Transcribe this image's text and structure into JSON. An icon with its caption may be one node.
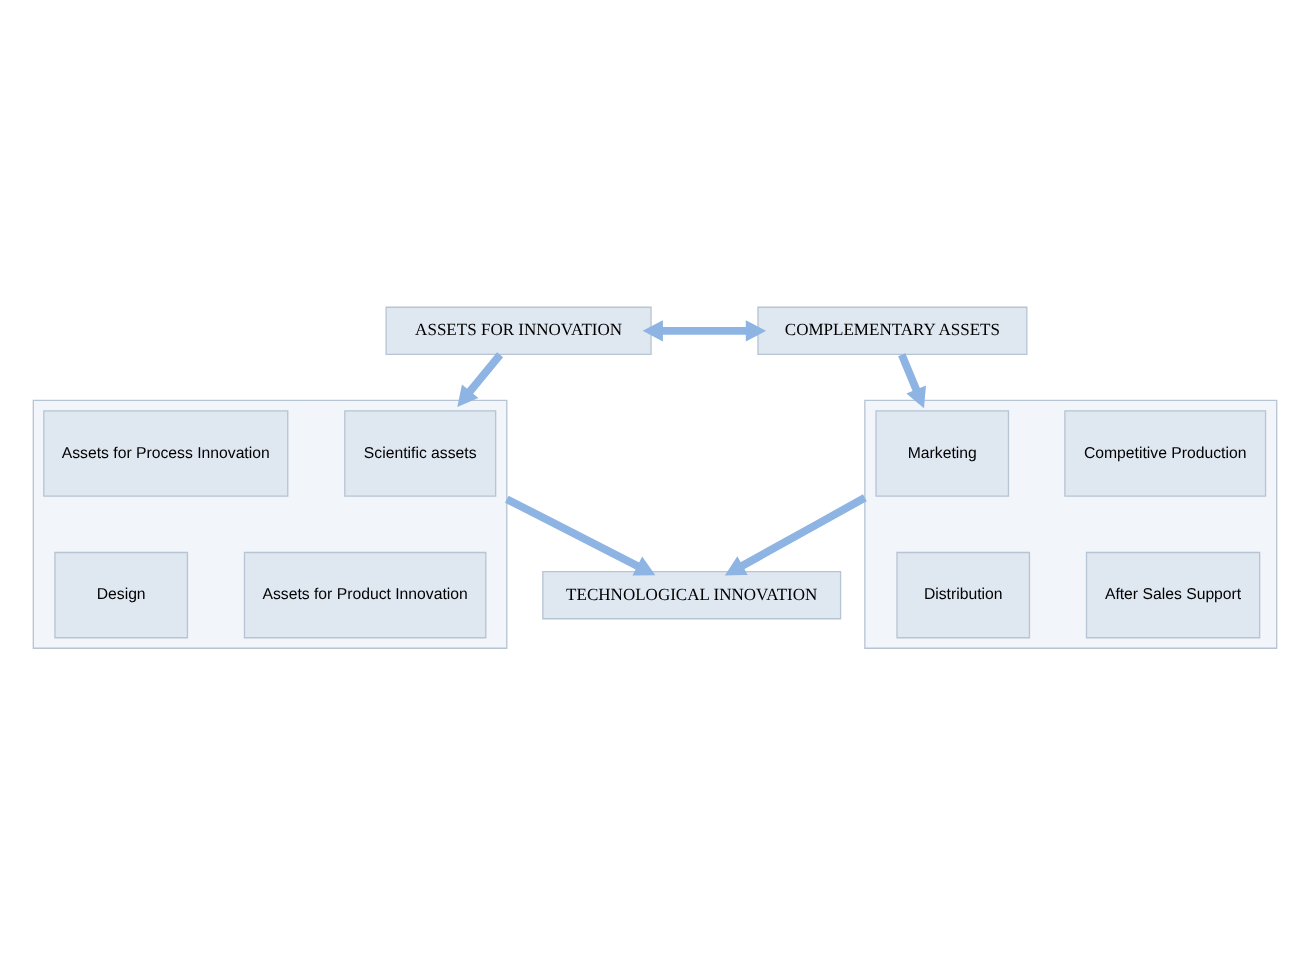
{
  "diagram": {
    "nodes": [
      {
        "text": [
          "ASSETS FOR INNOVATION"
        ]
      },
      {
        "text": [
          "COMPLEMENTARY ASSETS"
        ]
      },
      {
        "text": [],
        "shape": "box"
      },
      {
        "text": [
          "Scientific assets"
        ],
        "in": 2
      },
      {
        "text": [
          "Assets for Process Innovation"
        ],
        "in": 2
      },
      {
        "text": [
          "Assets for Product Innovation"
        ],
        "in": 2
      },
      {
        "text": [
          "Design"
        ],
        "in": 2
      },
      {
        "text": [],
        "shape": "box"
      },
      {
        "text": [
          "Marketing"
        ],
        "in": 7
      },
      {
        "text": [
          "Competitive Production"
        ],
        "in": 7
      },
      {
        "text": [
          "Distribution"
        ],
        "in": 7
      },
      {
        "text": [
          "After Sales Support"
        ],
        "in": 7
      },
      {
        "text": [
          "TECHNOLOGICAL INNOVATION"
        ]
      }
    ],
    "edges": [
      {
        "from": 0,
        "to": 1,
        "arrow": "both"
      },
      {
        "from": 0,
        "to": 2,
        "arrow": "to"
      },
      {
        "from": 1,
        "to": 7,
        "arrow": "to"
      },
      {
        "from": 2,
        "to": 12,
        "arrow": "to"
      },
      {
        "from": 7,
        "to": 12,
        "arrow": "to"
      }
    ]
  }
}
